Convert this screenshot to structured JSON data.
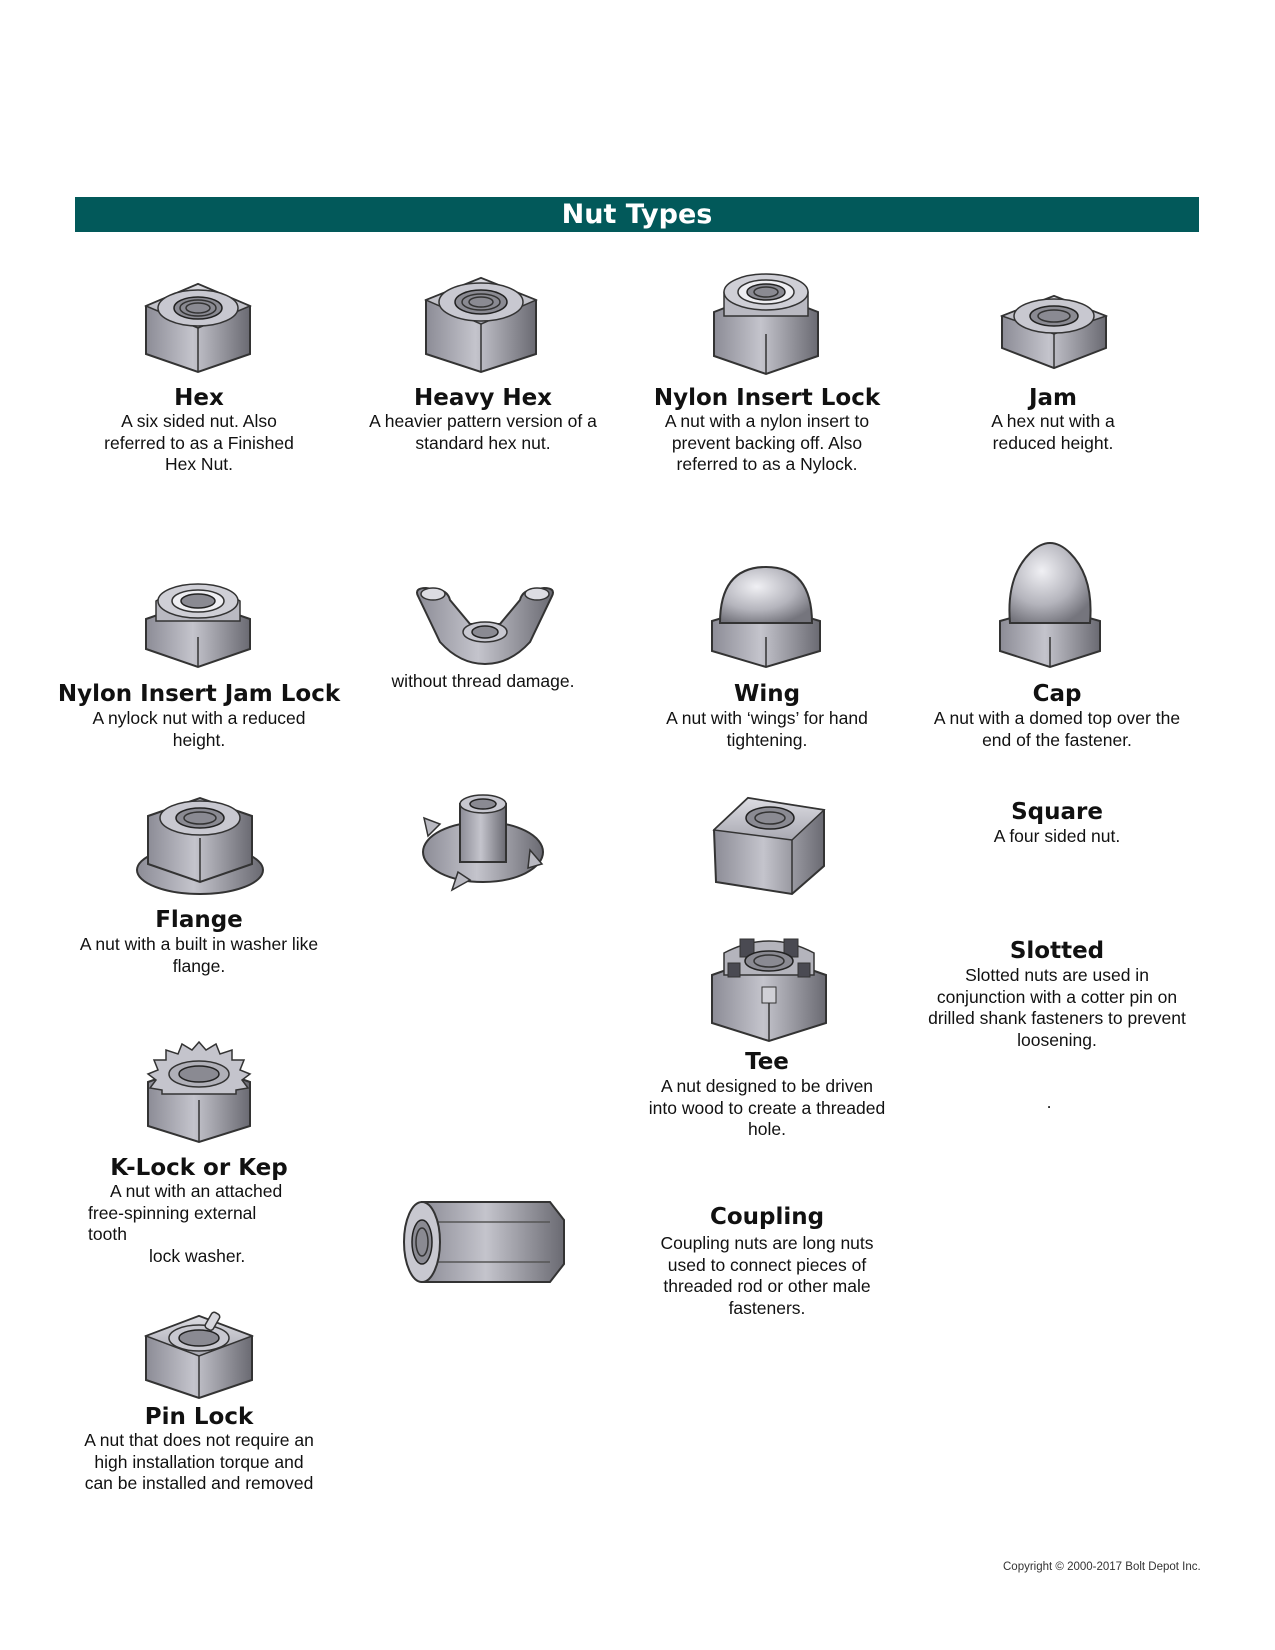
{
  "header": {
    "title": "Nut Types"
  },
  "nuts": {
    "hex": {
      "title": "Hex",
      "desc": "A six sided nut. Also referred to as a Finished Hex Nut.",
      "icon": "hex-nut-icon"
    },
    "heavy_hex": {
      "title": "Heavy Hex",
      "desc": "A heavier pattern version of a standard hex nut.",
      "icon": "heavy-hex-nut-icon"
    },
    "nylon_insert_lock": {
      "title": "Nylon Insert Lock",
      "desc": "A nut with a nylon insert to prevent backing off. Also referred to as a Nylock.",
      "icon": "nylon-insert-lock-nut-icon"
    },
    "jam": {
      "title": "Jam",
      "desc": "A hex nut with a reduced height.",
      "icon": "jam-nut-icon"
    },
    "nylon_insert_jam_lock": {
      "title": "Nylon Insert Jam Lock",
      "desc": "A nylock nut with a reduced height.",
      "icon": "nylon-jam-lock-nut-icon"
    },
    "wing_stray": {
      "desc": "without thread damage.",
      "icon": "wing-nut-icon"
    },
    "wing": {
      "title": "Wing",
      "desc": "A nut with ‘wings’ for hand tightening.",
      "icon": "acorn-nut-icon"
    },
    "cap": {
      "title": "Cap",
      "desc": "A nut with a domed top over the end of the fastener.",
      "icon": "tall-cap-nut-icon"
    },
    "flange": {
      "title": "Flange",
      "desc": "A nut with a built in washer like flange.",
      "icon": "flange-nut-icon"
    },
    "tee_img": {
      "icon": "tee-nut-icon"
    },
    "square_img": {
      "icon": "square-nut-icon"
    },
    "square": {
      "title": "Square",
      "desc": "A four sided nut."
    },
    "slotted": {
      "title": "Slotted",
      "desc": "Slotted nuts are used in conjunction with a cotter pin on drilled shank fasteners to prevent loosening.",
      "icon": "slotted-nut-icon"
    },
    "tee": {
      "title": "Tee",
      "desc": "A nut designed to be driven into wood to create a threaded hole."
    },
    "stray_dot": ".",
    "k_lock": {
      "title": "K-Lock or Kep",
      "desc_lines": [
        "A nut with an attached",
        "free-spinning external",
        "tooth",
        "lock washer."
      ],
      "icon": "k-lock-nut-icon"
    },
    "coupling_img": {
      "icon": "coupling-nut-icon"
    },
    "coupling": {
      "title": "Coupling",
      "desc": "Coupling nuts are long nuts used to connect pieces of threaded rod or other male fasteners."
    },
    "pin_lock": {
      "title": "Pin Lock",
      "desc": "A nut that does not require an high installation torque and can be installed and removed",
      "icon": "pin-lock-nut-icon"
    }
  },
  "footer": {
    "copyright": "Copyright © 2000-2017 Bolt Depot Inc."
  }
}
